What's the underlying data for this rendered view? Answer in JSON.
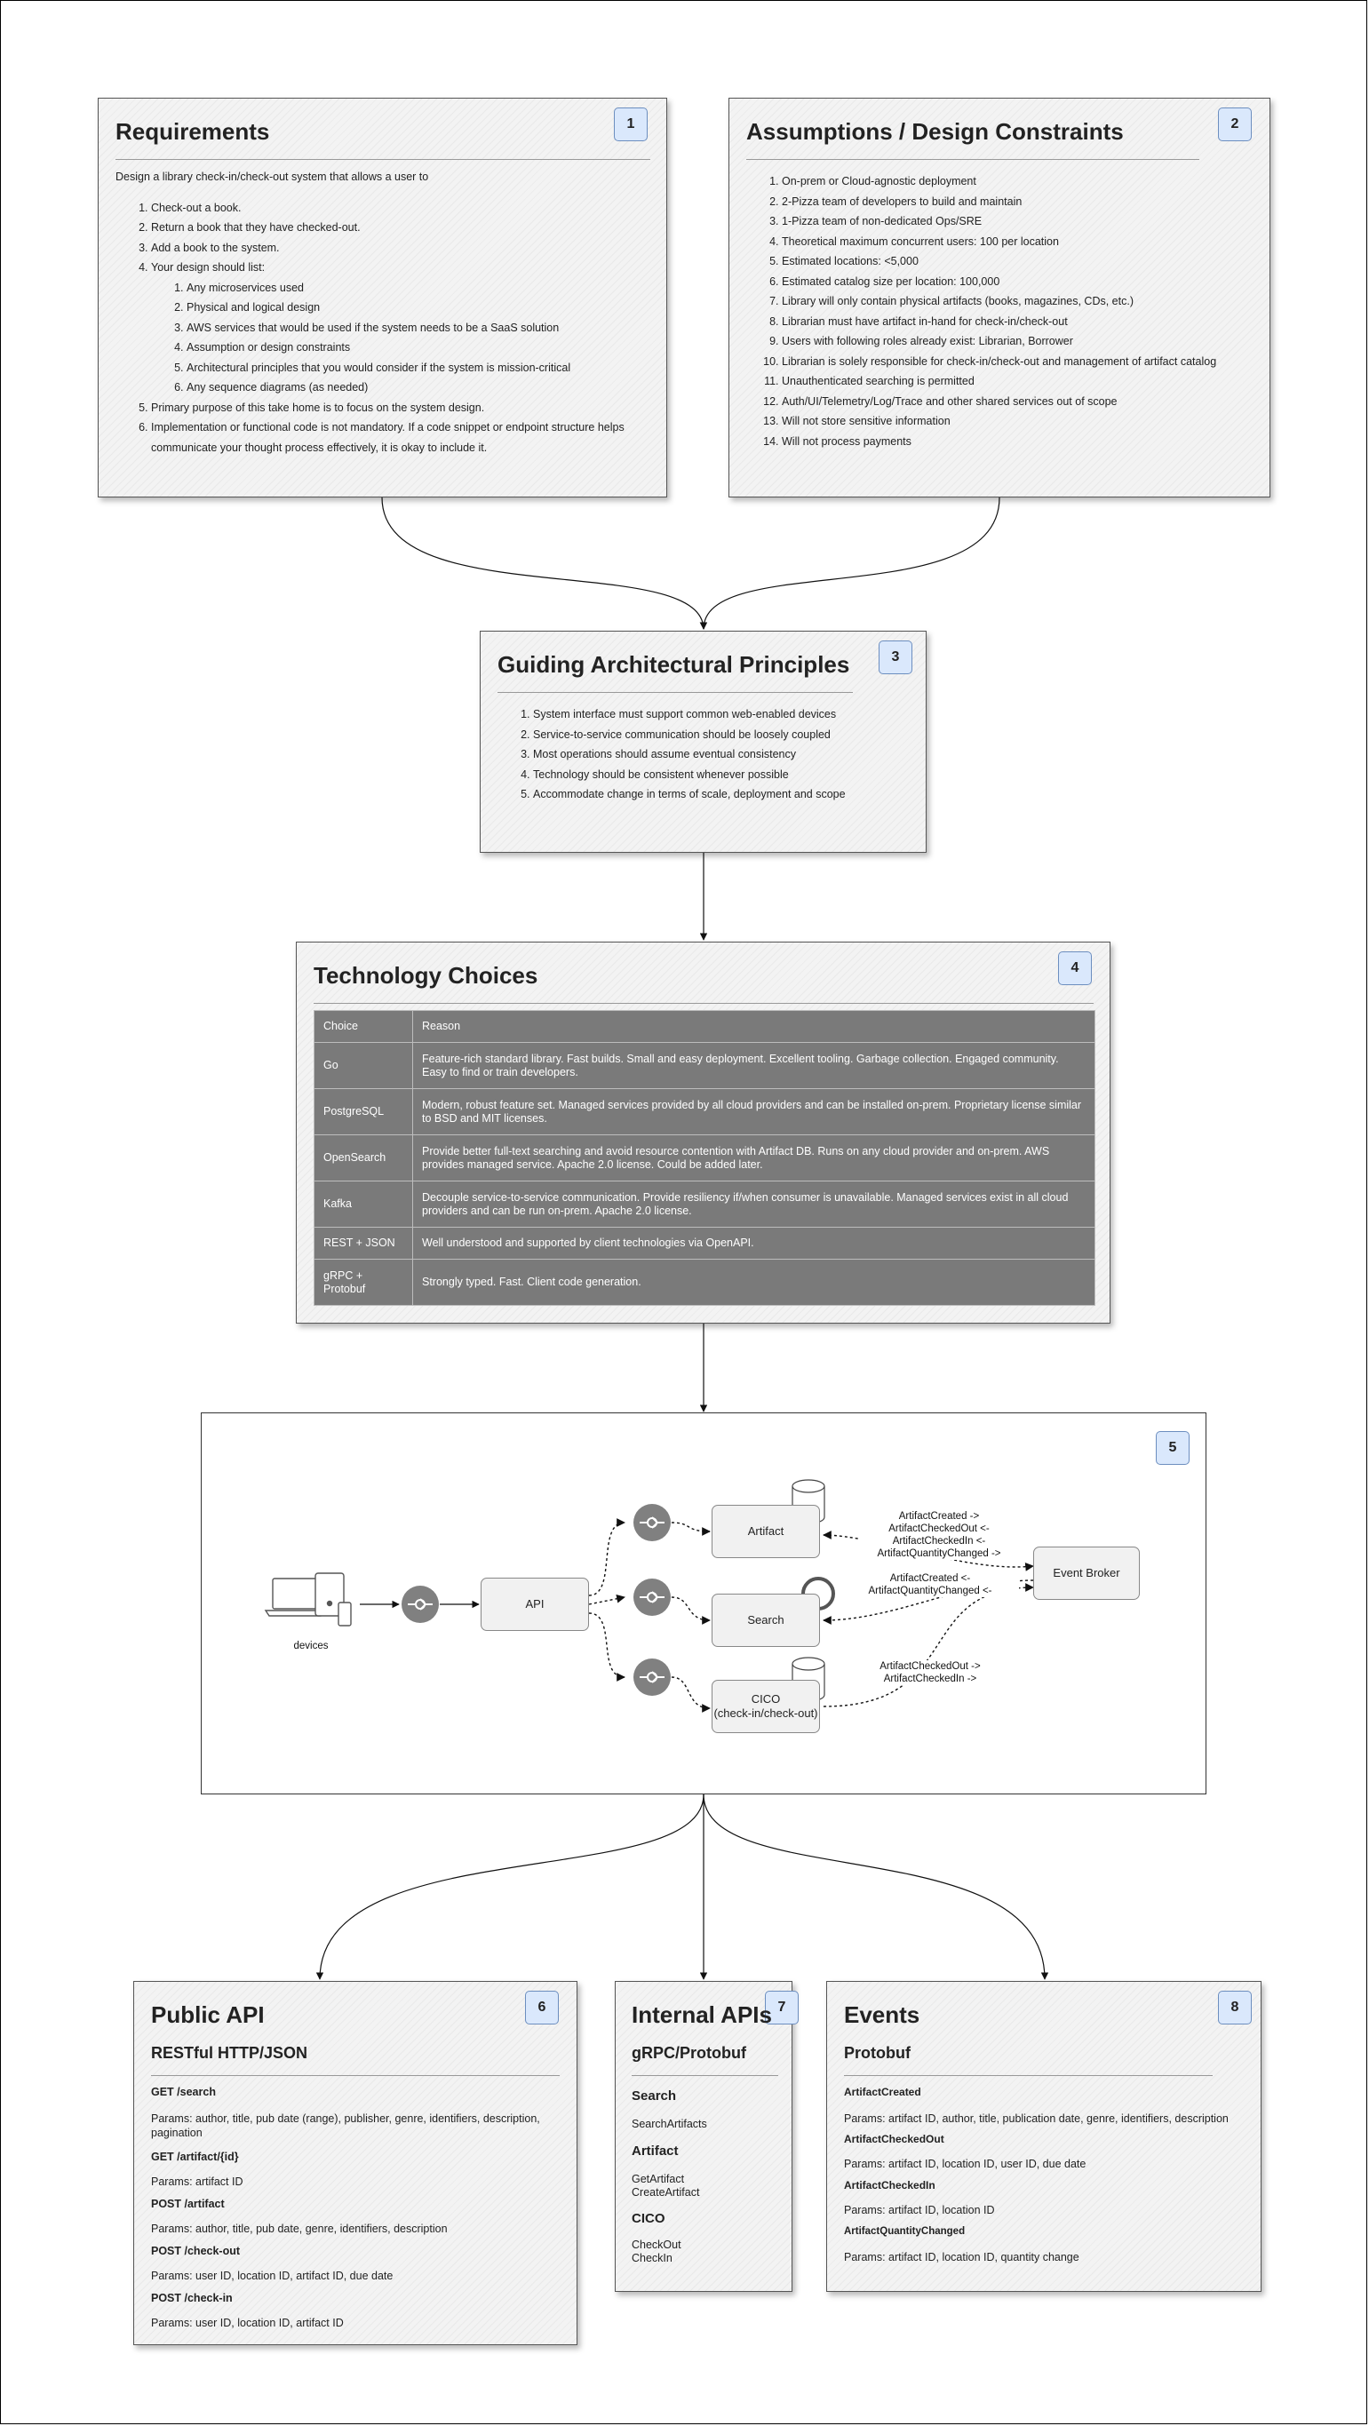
{
  "requirements": {
    "badge": "1",
    "title": "Requirements",
    "intro": "Design a library check-in/check-out system that allows a user to",
    "items": [
      "Check-out a book.",
      "Return a book that they have checked-out.",
      "Add a book to the system.",
      "Your design should list:"
    ],
    "subitems": [
      "Any microservices used",
      "Physical and logical design",
      "AWS services that would be used if the system needs to be a SaaS solution",
      "Assumption or design constraints",
      "Architectural principles that you would consider if the system is mission-critical",
      "Any sequence diagrams (as needed)"
    ],
    "items_after": [
      "Primary purpose of this take home is to focus on the system design.",
      "Implementation or functional code is not mandatory. If a code snippet or endpoint structure helps communicate your thought process effectively, it is okay to include it."
    ]
  },
  "assumptions": {
    "badge": "2",
    "title": "Assumptions / Design Constraints",
    "items": [
      "On-prem or Cloud-agnostic deployment",
      "2-Pizza team of developers to build and maintain",
      "1-Pizza team of non-dedicated Ops/SRE",
      "Theoretical maximum concurrent users: 100 per location",
      "Estimated locations: <5,000",
      "Estimated catalog size per location: 100,000",
      "Library will only contain physical artifacts (books, magazines, CDs, etc.)",
      "Librarian must have artifact in-hand for check-in/check-out",
      "Users with following roles already exist: Librarian, Borrower",
      "Librarian is solely responsible for check-in/check-out and management of artifact catalog",
      "Unauthenticated searching is permitted",
      "Auth/UI/Telemetry/Log/Trace and other shared services out of scope",
      "Will not store sensitive information",
      "Will not process payments"
    ]
  },
  "principles": {
    "badge": "3",
    "title": "Guiding Architectural Principles",
    "items": [
      "System interface must support common web-enabled devices",
      "Service-to-service communication should be loosely coupled",
      "Most operations should assume eventual consistency",
      "Technology should be consistent whenever possible",
      "Accommodate change in terms of scale, deployment and scope"
    ]
  },
  "technology": {
    "badge": "4",
    "title": "Technology Choices",
    "header": [
      "Choice",
      "Reason"
    ],
    "rows": [
      {
        "choice": "Go",
        "reason": "Feature-rich standard library. Fast builds. Small and easy deployment. Excellent tooling. Garbage collection. Engaged community. Easy to find or train developers."
      },
      {
        "choice": "PostgreSQL",
        "reason": "Modern, robust feature set.  Managed services provided by all cloud providers and can be installed on-prem. Proprietary license similar to BSD and MIT licenses."
      },
      {
        "choice": "OpenSearch",
        "reason": "Provide better full-text searching and avoid resource contention with Artifact DB. Runs on any cloud provider and on-prem. AWS provides managed service. Apache 2.0 license.  Could be added later."
      },
      {
        "choice": "Kafka",
        "reason": "Decouple service-to-service communication. Provide resiliency if/when consumer is unavailable. Managed services exist in all cloud providers and can be run on-prem. Apache 2.0 license."
      },
      {
        "choice": "REST + JSON",
        "reason": "Well understood and supported by client technologies via OpenAPI."
      },
      {
        "choice": "gRPC + Protobuf",
        "reason": "Strongly typed. Fast. Client code generation."
      }
    ]
  },
  "architecture": {
    "badge": "5",
    "devices_label": "devices",
    "api_label": "API",
    "artifact_label": "Artifact",
    "search_label": "Search",
    "cico_label": "CICO",
    "cico_sub": "(check-in/check-out)",
    "broker_label": "Event Broker",
    "edge_artifact": [
      "ArtifactCreated ->",
      "ArtifactCheckedOut <-",
      "ArtifactCheckedIn <-",
      "ArtifactQuantityChanged ->"
    ],
    "edge_search": [
      "ArtifactCreated <-",
      "ArtifactQuantityChanged <-"
    ],
    "edge_cico": [
      "ArtifactCheckedOut ->",
      "ArtifactCheckedIn ->"
    ]
  },
  "public_api": {
    "badge": "6",
    "title": "Public API",
    "subtitle": "RESTful HTTP/JSON",
    "endpoints": [
      {
        "route": "GET /search",
        "params": "Params: author, title, pub date (range), publisher, genre, identifiers, description, pagination"
      },
      {
        "route": "GET /artifact/{id}",
        "params": "Params: artifact ID"
      },
      {
        "route": "POST /artifact",
        "params": "Params: author, title, pub date, genre, identifiers, description"
      },
      {
        "route": "POST /check-out",
        "params": "Params: user ID, location ID, artifact ID, due date"
      },
      {
        "route": "POST /check-in",
        "params": "Params: user ID, location ID, artifact ID"
      }
    ]
  },
  "internal_api": {
    "badge": "7",
    "title": "Internal APIs",
    "subtitle": "gRPC/Protobuf",
    "groups": [
      {
        "name": "Search",
        "methods": [
          "SearchArtifacts"
        ]
      },
      {
        "name": "Artifact",
        "methods": [
          "GetArtifact",
          "CreateArtifact"
        ]
      },
      {
        "name": "CICO",
        "methods": [
          "CheckOut",
          "CheckIn"
        ]
      }
    ]
  },
  "events": {
    "badge": "8",
    "title": "Events",
    "subtitle": "Protobuf",
    "items": [
      {
        "name": "ArtifactCreated",
        "params": "Params: artifact ID, author, title, publication date, genre, identifiers, description"
      },
      {
        "name": "ArtifactCheckedOut",
        "params": "Params: artifact ID, location ID, user ID, due date"
      },
      {
        "name": "ArtifactCheckedIn",
        "params": "Params: artifact ID, location ID"
      },
      {
        "name": "ArtifactQuantityChanged",
        "params": "Params: artifact ID, location ID, quantity change"
      }
    ]
  },
  "colors": {
    "badge_fill": "#dae8fc",
    "badge_border": "#6c8ebf",
    "table_fill": "#7a7a7a",
    "service_icon": "#808080"
  }
}
